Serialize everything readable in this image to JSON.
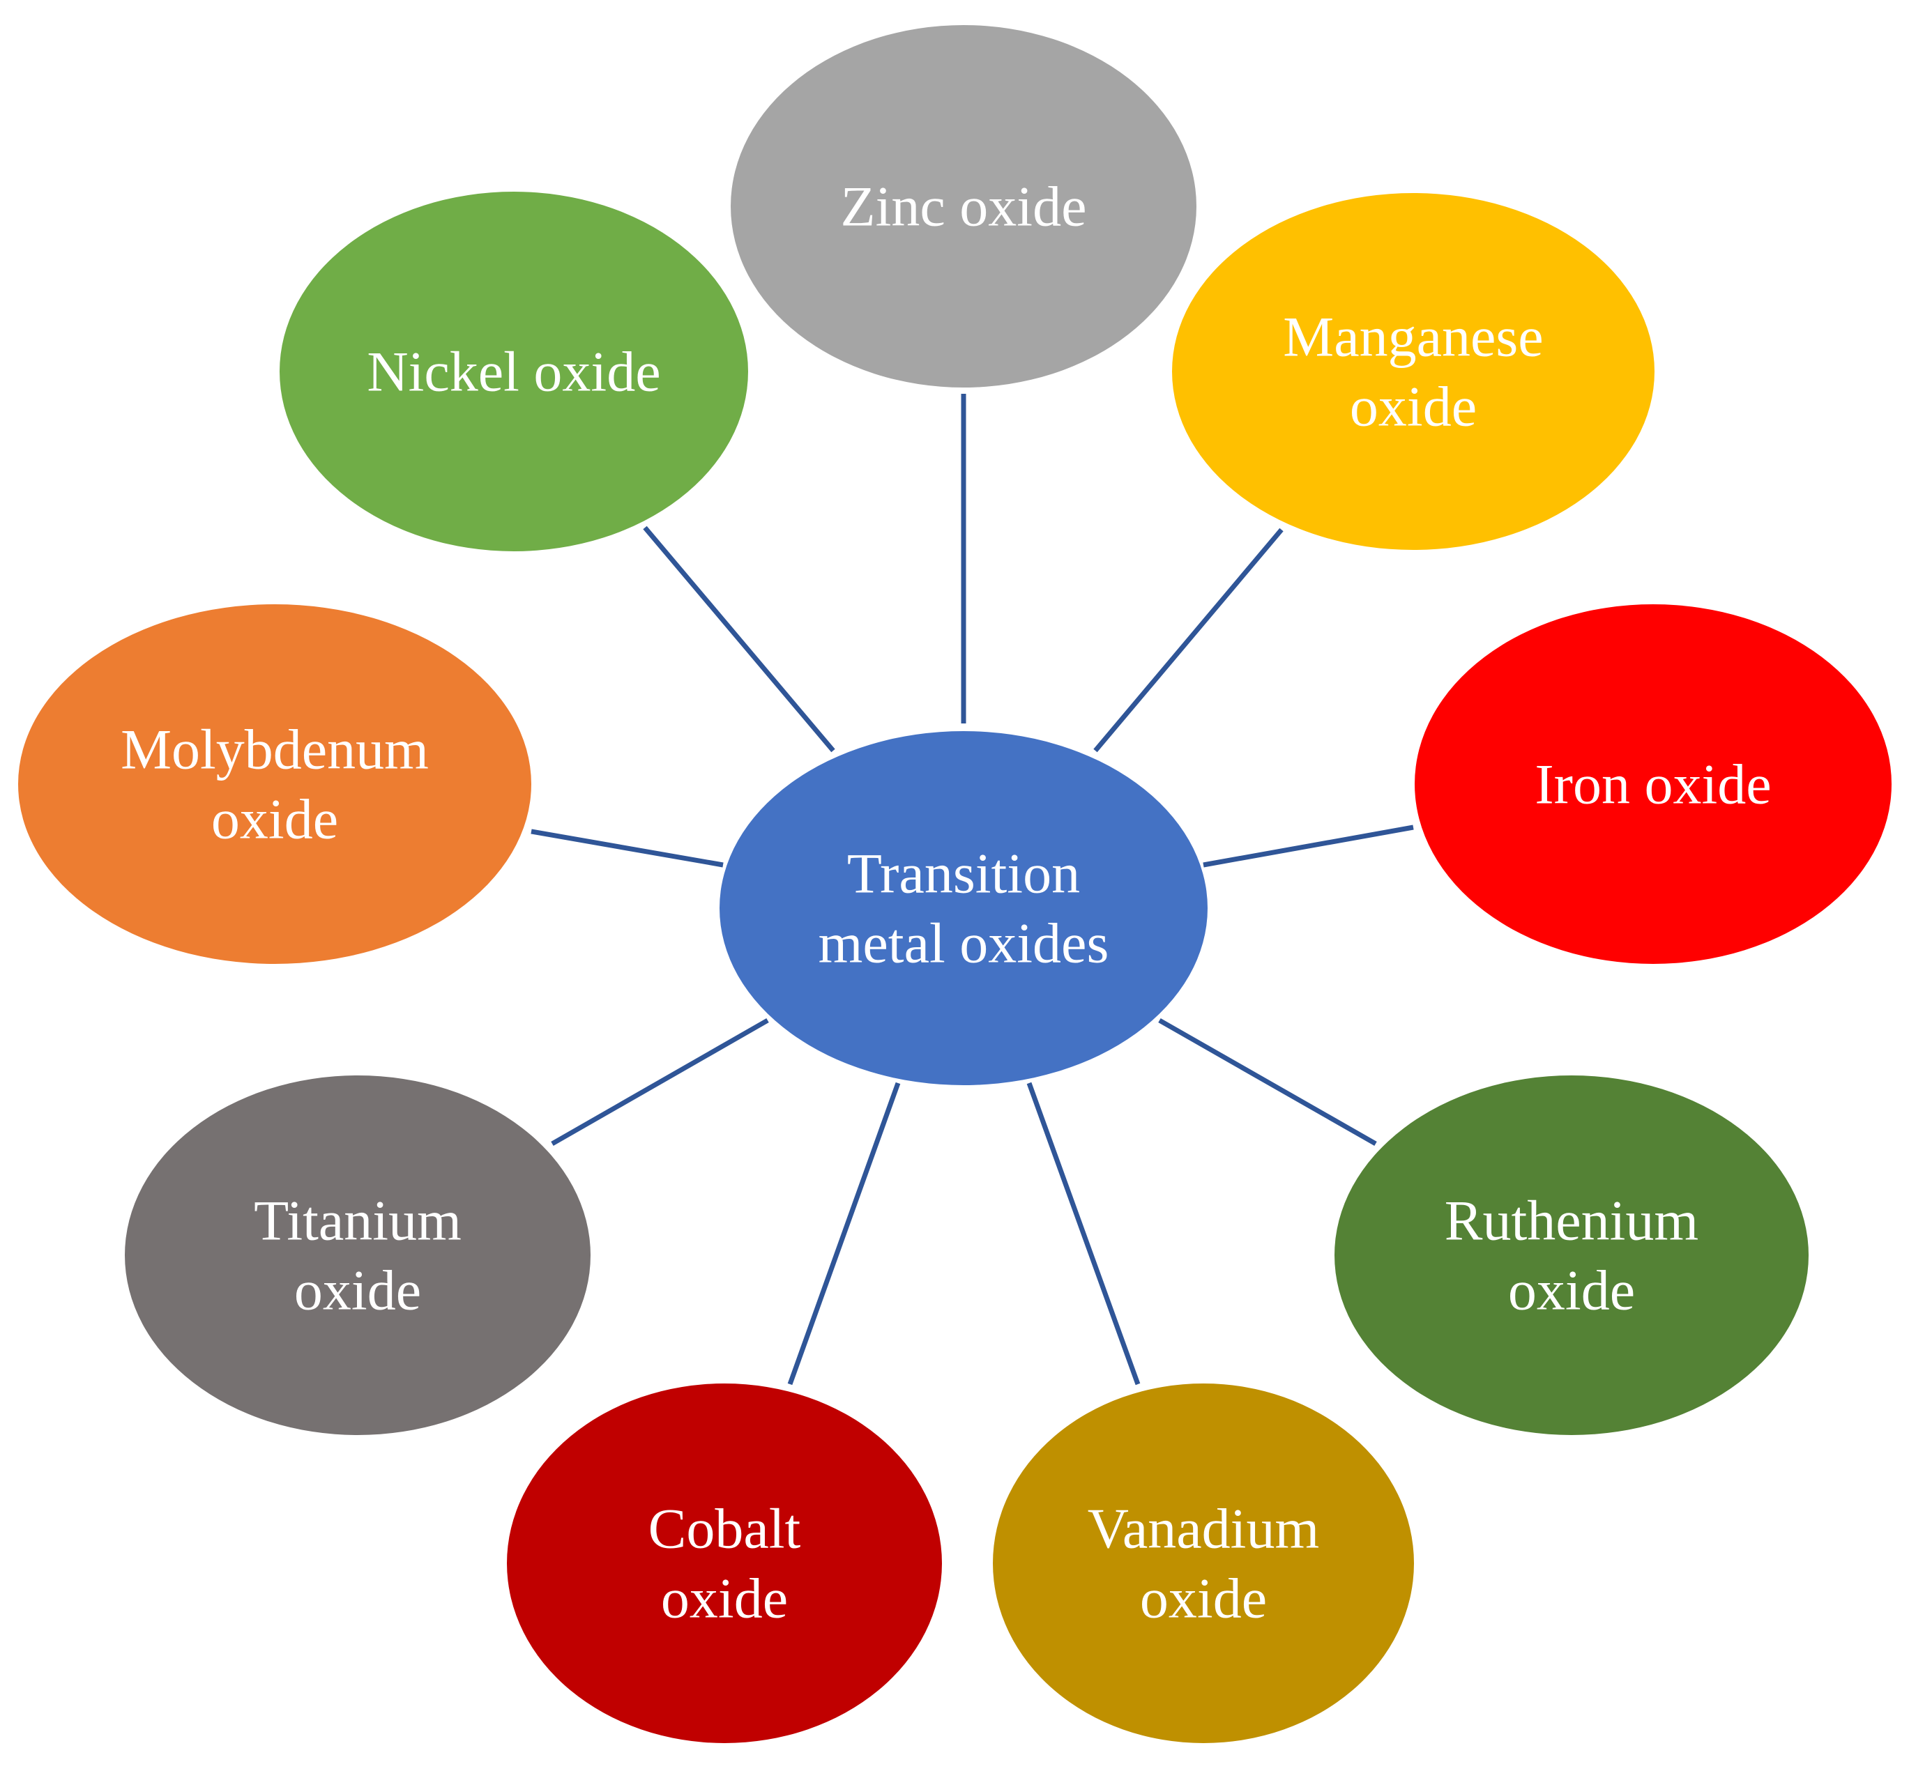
{
  "center": {
    "lines": [
      "Transition",
      "metal oxides"
    ],
    "color": "#4472C4"
  },
  "connector_color": "#2F5597",
  "nodes": [
    {
      "id": "zinc-oxide",
      "lines": [
        "Zinc oxide"
      ],
      "color": "#A5A5A5"
    },
    {
      "id": "manganese-oxide",
      "lines": [
        "Manganese",
        "oxide"
      ],
      "color": "#FFC000"
    },
    {
      "id": "iron-oxide",
      "lines": [
        "Iron oxide"
      ],
      "color": "#FF0000"
    },
    {
      "id": "ruthenium-oxide",
      "lines": [
        "Ruthenium",
        "oxide"
      ],
      "color": "#548235"
    },
    {
      "id": "vanadium-oxide",
      "lines": [
        "Vanadium",
        "oxide"
      ],
      "color": "#BF9000"
    },
    {
      "id": "cobalt-oxide",
      "lines": [
        "Cobalt",
        "oxide"
      ],
      "color": "#C00000"
    },
    {
      "id": "titanium-oxide",
      "lines": [
        "Titanium",
        "oxide"
      ],
      "color": "#767171"
    },
    {
      "id": "molybdenum-oxide",
      "lines": [
        "Molybdenum",
        "oxide"
      ],
      "color": "#ED7D31"
    },
    {
      "id": "nickel-oxide",
      "lines": [
        "Nickel oxide"
      ],
      "color": "#70AD47"
    }
  ]
}
